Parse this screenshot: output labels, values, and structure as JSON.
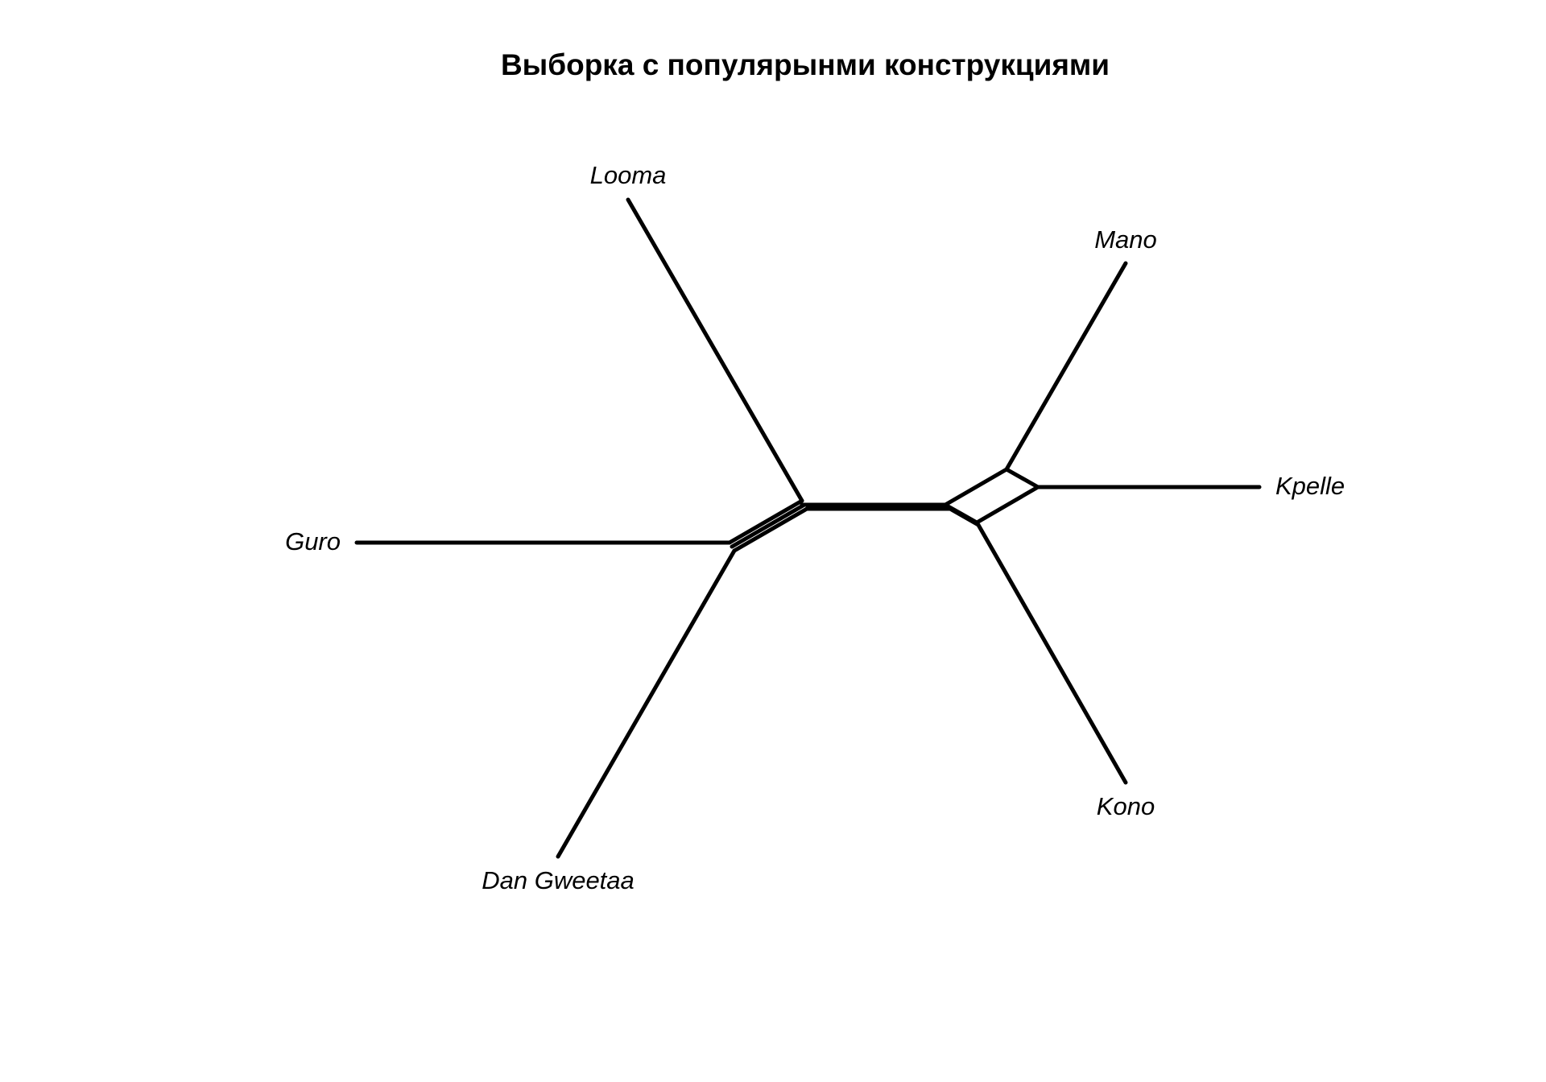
{
  "diagram": {
    "title": "Выборка с популярынми конструкциями",
    "taxa": [
      {
        "id": "looma",
        "label": "Looma"
      },
      {
        "id": "mano",
        "label": "Mano"
      },
      {
        "id": "kpelle",
        "label": "Kpelle"
      },
      {
        "id": "guro",
        "label": "Guro"
      },
      {
        "id": "kono",
        "label": "Kono"
      },
      {
        "id": "dan-gweetaa",
        "label": "Dan Gweetaa"
      }
    ]
  }
}
